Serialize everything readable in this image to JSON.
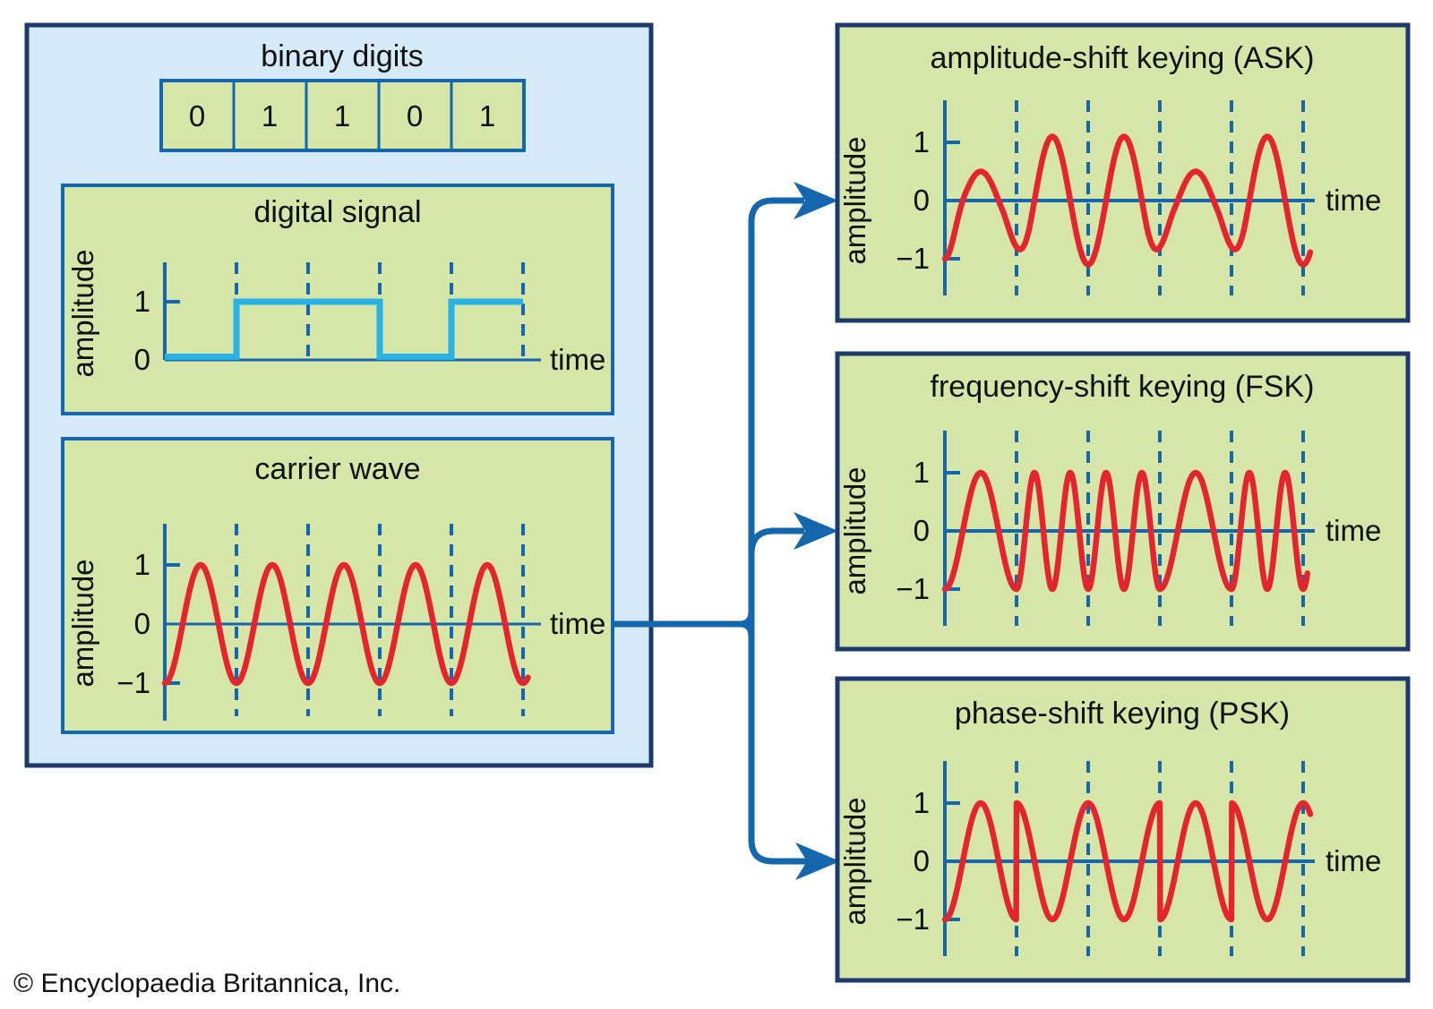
{
  "figure": {
    "binary_title": "binary digits",
    "bits": [
      "0",
      "1",
      "1",
      "0",
      "1"
    ],
    "left_boxes": {
      "digital": {
        "title": "digital signal",
        "ylabel": "amplitude",
        "xlabel": "time",
        "yticks": [
          "1",
          "0"
        ]
      },
      "carrier": {
        "title": "carrier wave",
        "ylabel": "amplitude",
        "xlabel": "time",
        "yticks": [
          "1",
          "0",
          "−1"
        ]
      }
    },
    "right_boxes": {
      "ask": {
        "title": "amplitude-shift keying (ASK)",
        "ylabel": "amplitude",
        "xlabel": "time",
        "yticks": [
          "1",
          "0",
          "−1"
        ]
      },
      "fsk": {
        "title": "frequency-shift keying (FSK)",
        "ylabel": "amplitude",
        "xlabel": "time",
        "yticks": [
          "1",
          "0",
          "−1"
        ]
      },
      "psk": {
        "title": "phase-shift keying (PSK)",
        "ylabel": "amplitude",
        "xlabel": "time",
        "yticks": [
          "1",
          "0",
          "−1"
        ]
      }
    },
    "copyright": "© Encyclopaedia Britannica, Inc."
  },
  "colors": {
    "navy_border": "#1e3a6d",
    "blue": "#1467ad",
    "cyan": "#29b2e5",
    "red": "#e32530",
    "panel_fill": "#d4eaf8",
    "green_fill": "#d6e6a9",
    "text": "#111111"
  },
  "chart_data": [
    {
      "id": "digital-signal",
      "type": "line",
      "title": "digital signal",
      "xlabel": "time",
      "ylabel": "amplitude",
      "bits": [
        0,
        1,
        1,
        0,
        1
      ],
      "step_values": [
        0,
        1,
        1,
        0,
        1
      ],
      "bit_boundaries": [
        1,
        2,
        3,
        4,
        5
      ],
      "ylim": [
        0,
        1
      ],
      "yticks": [
        0,
        1
      ],
      "waveform": "square step: amplitude 0 for bit 0, amplitude 1 for bit 1"
    },
    {
      "id": "carrier-wave",
      "type": "line",
      "title": "carrier wave",
      "xlabel": "time",
      "ylabel": "amplitude",
      "bits": [
        0,
        1,
        1,
        0,
        1
      ],
      "bit_boundaries": [
        1,
        2,
        3,
        4,
        5
      ],
      "ylim": [
        -1,
        1
      ],
      "yticks": [
        -1,
        0,
        1
      ],
      "amplitude": 1,
      "cycles_per_bit_interval": 1,
      "waveform": "y(t) = -cos(2*pi*t), one cycle per bit interval"
    },
    {
      "id": "ask",
      "type": "line",
      "title": "amplitude-shift keying (ASK)",
      "xlabel": "time",
      "ylabel": "amplitude",
      "bits": [
        0,
        1,
        1,
        0,
        1
      ],
      "bit_boundaries": [
        1,
        2,
        3,
        4,
        5
      ],
      "ylim": [
        -1.1,
        1.1
      ],
      "yticks": [
        -1,
        0,
        1
      ],
      "amplitude_for_bit_0": 0.5,
      "amplitude_for_bit_1": 1.1,
      "cycles_per_bit_interval": 1,
      "waveform": "y(t) = -A(bit)*cos(2*pi*t); carrier amplitude keyed per bit"
    },
    {
      "id": "fsk",
      "type": "line",
      "title": "frequency-shift keying (FSK)",
      "xlabel": "time",
      "ylabel": "amplitude",
      "bits": [
        0,
        1,
        1,
        0,
        1
      ],
      "bit_boundaries": [
        1,
        2,
        3,
        4,
        5
      ],
      "ylim": [
        -1,
        1
      ],
      "yticks": [
        -1,
        0,
        1
      ],
      "amplitude": 1,
      "cycles_for_bit_0": 1,
      "cycles_for_bit_1": 2,
      "waveform": "y(u) = -cos(2*pi*f(bit)*u) per interval; frequency doubled for bit 1"
    },
    {
      "id": "psk",
      "type": "line",
      "title": "phase-shift keying (PSK)",
      "xlabel": "time",
      "ylabel": "amplitude",
      "bits": [
        0,
        1,
        1,
        0,
        1
      ],
      "bit_boundaries": [
        1,
        2,
        3,
        4,
        5
      ],
      "ylim": [
        -1,
        1
      ],
      "yticks": [
        -1,
        0,
        1
      ],
      "amplitude": 1,
      "cycles_per_bit_interval": 1,
      "phase_for_bit_0": "0 deg  (-cos)",
      "phase_for_bit_1": "180 deg (+cos)",
      "waveform": "bit 0: y = -cos(2*pi*u); bit 1: y = +cos(2*pi*u); 180 deg phase jumps at bit changes"
    }
  ]
}
